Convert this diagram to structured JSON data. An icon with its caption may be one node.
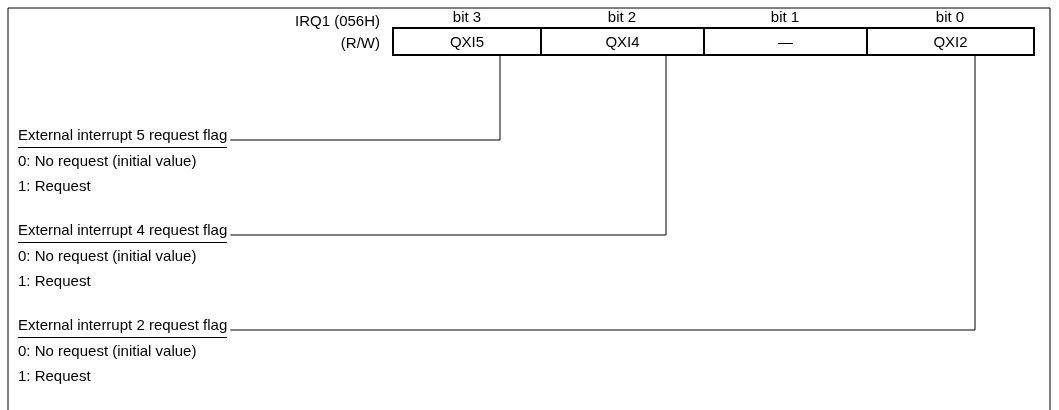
{
  "diagram": {
    "nodes": [
      {
        "text": [
          "QXI5"
        ]
      },
      {
        "text": [
          "QXI4"
        ]
      },
      {
        "text": [
          "—"
        ]
      },
      {
        "text": [
          "QXI2"
        ]
      },
      {
        "text": [
          "External interrupt 5 request flag",
          "0: No request (initial value)",
          "1: Request"
        ]
      },
      {
        "text": [
          "External interrupt 4 request flag",
          "0: No request (initial value)",
          "1: Request"
        ]
      },
      {
        "text": [
          "External interrupt 2 request flag",
          "0: No request (initial value)",
          "1: Request"
        ]
      }
    ],
    "edges": [
      {
        "from": 4,
        "to": 0,
        "arrow": "none"
      },
      {
        "from": 5,
        "to": 1,
        "arrow": "none"
      },
      {
        "from": 6,
        "to": 3,
        "arrow": "none"
      }
    ],
    "labels": [
      "IRQ1 (056H)",
      "bit 3",
      "bit 2",
      "bit 1",
      "bit 0",
      "(R/W)"
    ]
  }
}
